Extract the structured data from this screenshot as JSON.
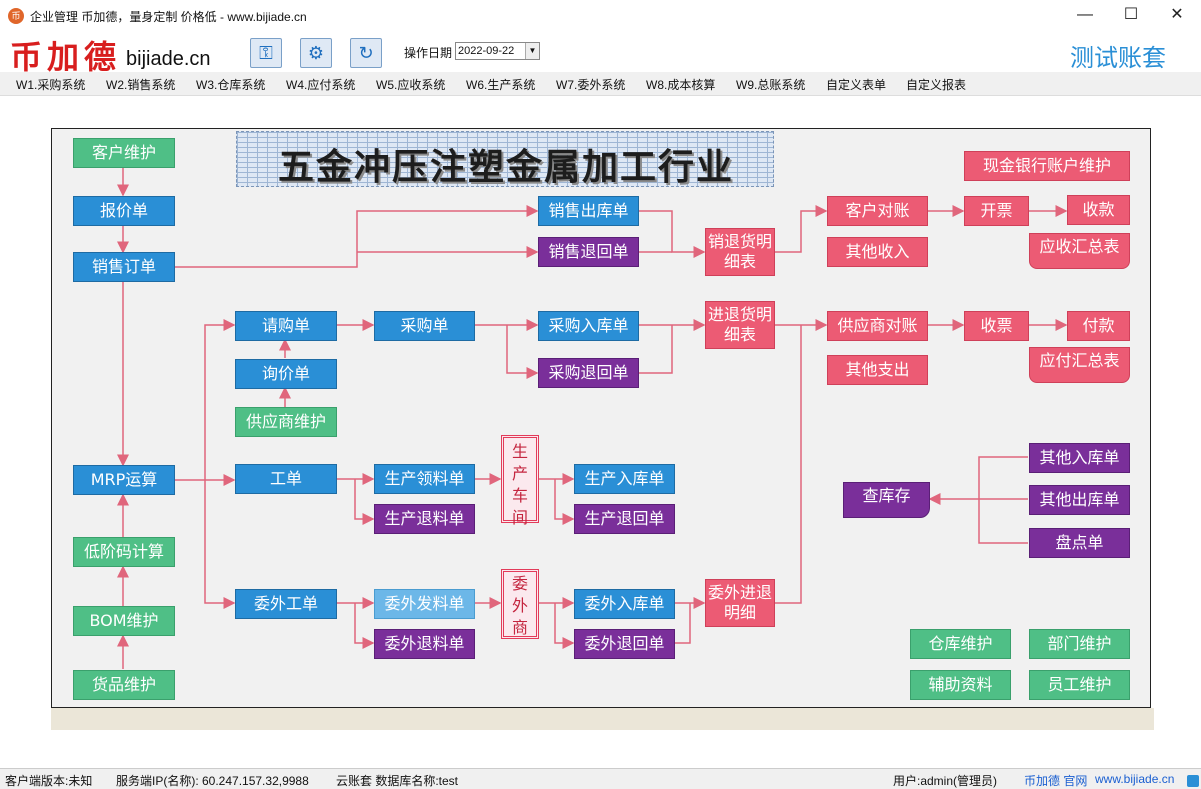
{
  "window": {
    "title": "企业管理 币加德，量身定制 价格低 - www.bijiade.cn",
    "icon_name": "app-logo-icon",
    "minimize": "—",
    "maximize": "☐",
    "close": "✕"
  },
  "header": {
    "logo_cn": "币加德",
    "logo_domain": "bijiade.cn",
    "tool_icons": [
      "key-icon",
      "gear-icon",
      "refresh-icon"
    ],
    "date_label": "操作日期",
    "date_value": "2022-09-22",
    "account": "测试账套"
  },
  "menu": [
    "W1.采购系统",
    "W2.销售系统",
    "W3.仓库系统",
    "W4.应付系统",
    "W5.应收系统",
    "W6.生产系统",
    "W7.委外系统",
    "W8.成本核算",
    "W9.总账系统",
    "自定义表单",
    "自定义报表"
  ],
  "flow": {
    "banner": "五金冲压注塑金属加工行业",
    "customer_maintain": "客户维护",
    "quote": "报价单",
    "sales_order": "销售订单",
    "sales_out": "销售出库单",
    "sales_return": "销售退回单",
    "sales_detail": "销退货明细表",
    "customer_recon": "客户对账",
    "invoice": "开票",
    "receive": "收款",
    "other_income": "其他收入",
    "ar_summary": "应收汇总表",
    "cash_bank": "现金银行账户维护",
    "purchase_request": "请购单",
    "inquiry": "询价单",
    "supplier_maintain": "供应商维护",
    "purchase_order": "采购单",
    "purchase_in": "采购入库单",
    "purchase_return": "采购退回单",
    "purchase_detail": "进退货明细表",
    "supplier_recon": "供应商对账",
    "receive_invoice": "收票",
    "pay": "付款",
    "other_expense": "其他支出",
    "ap_summary": "应付汇总表",
    "mrp": "MRP运算",
    "work_order": "工单",
    "prod_issue": "生产领料单",
    "prod_return_mat": "生产退料单",
    "workshop": "生产车间",
    "prod_in": "生产入库单",
    "prod_return": "生产退回单",
    "low_level_code": "低阶码计算",
    "bom": "BOM维护",
    "item_maintain": "货品维护",
    "outsource_order": "委外工单",
    "outsource_issue": "委外发料单",
    "outsource_return_mat": "委外退料单",
    "outsourcer": "委外商",
    "outsource_in": "委外入库单",
    "outsource_return": "委外退回单",
    "outsource_detail": "委外进退明细",
    "inventory_query": "查库存",
    "other_in": "其他入库单",
    "other_out": "其他出库单",
    "stocktake": "盘点单",
    "warehouse_maintain": "仓库维护",
    "dept_maintain": "部门维护",
    "aux_data": "辅助资料",
    "staff_maintain": "员工维护"
  },
  "status": {
    "client_version": "客户端版本:未知",
    "server_ip": "服务端IP(名称): 60.247.157.32,9988",
    "db_name": "云账套 数据库名称:test",
    "user": "用户:admin(管理员)",
    "site_name": "币加德 官网",
    "site_url": "www.bijiade.cn"
  },
  "colors": {
    "green": "#4fbf86",
    "blue": "#2a8fd6",
    "purple": "#7a2f9a",
    "pink": "#ec5b74",
    "line": "#e0667c",
    "accent": "#2a8fd6"
  }
}
